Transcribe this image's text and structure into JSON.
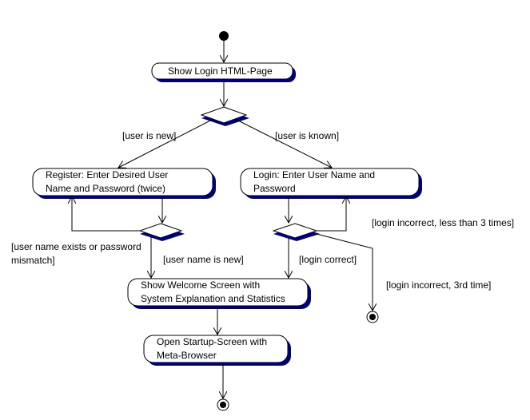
{
  "nodes": {
    "show_login": {
      "lines": [
        "Show Login HTML-Page"
      ]
    },
    "register": {
      "lines": [
        "Register: Enter Desired User",
        "Name and Password (twice)"
      ]
    },
    "login": {
      "lines": [
        "Login: Enter User Name and",
        "Password"
      ]
    },
    "welcome": {
      "lines": [
        "Show Welcome Screen with",
        "System Explanation and Statistics"
      ]
    },
    "startup": {
      "lines": [
        "Open Startup-Screen with",
        "Meta-Browser"
      ]
    }
  },
  "guards": {
    "user_is_new": "[user is new]",
    "user_is_known": "[user is known]",
    "user_name_exists_1": "[user name exists or password",
    "user_name_exists_2": "mismatch]",
    "user_name_is_new": "[user name is new]",
    "login_correct": "[login correct]",
    "login_incorrect_less": "[login incorrect, less than 3 times]",
    "login_incorrect_third": "[login incorrect, 3rd time]"
  },
  "colors": {
    "line": "#000000",
    "shadow": "#00007f",
    "fill": "#ffffff"
  }
}
